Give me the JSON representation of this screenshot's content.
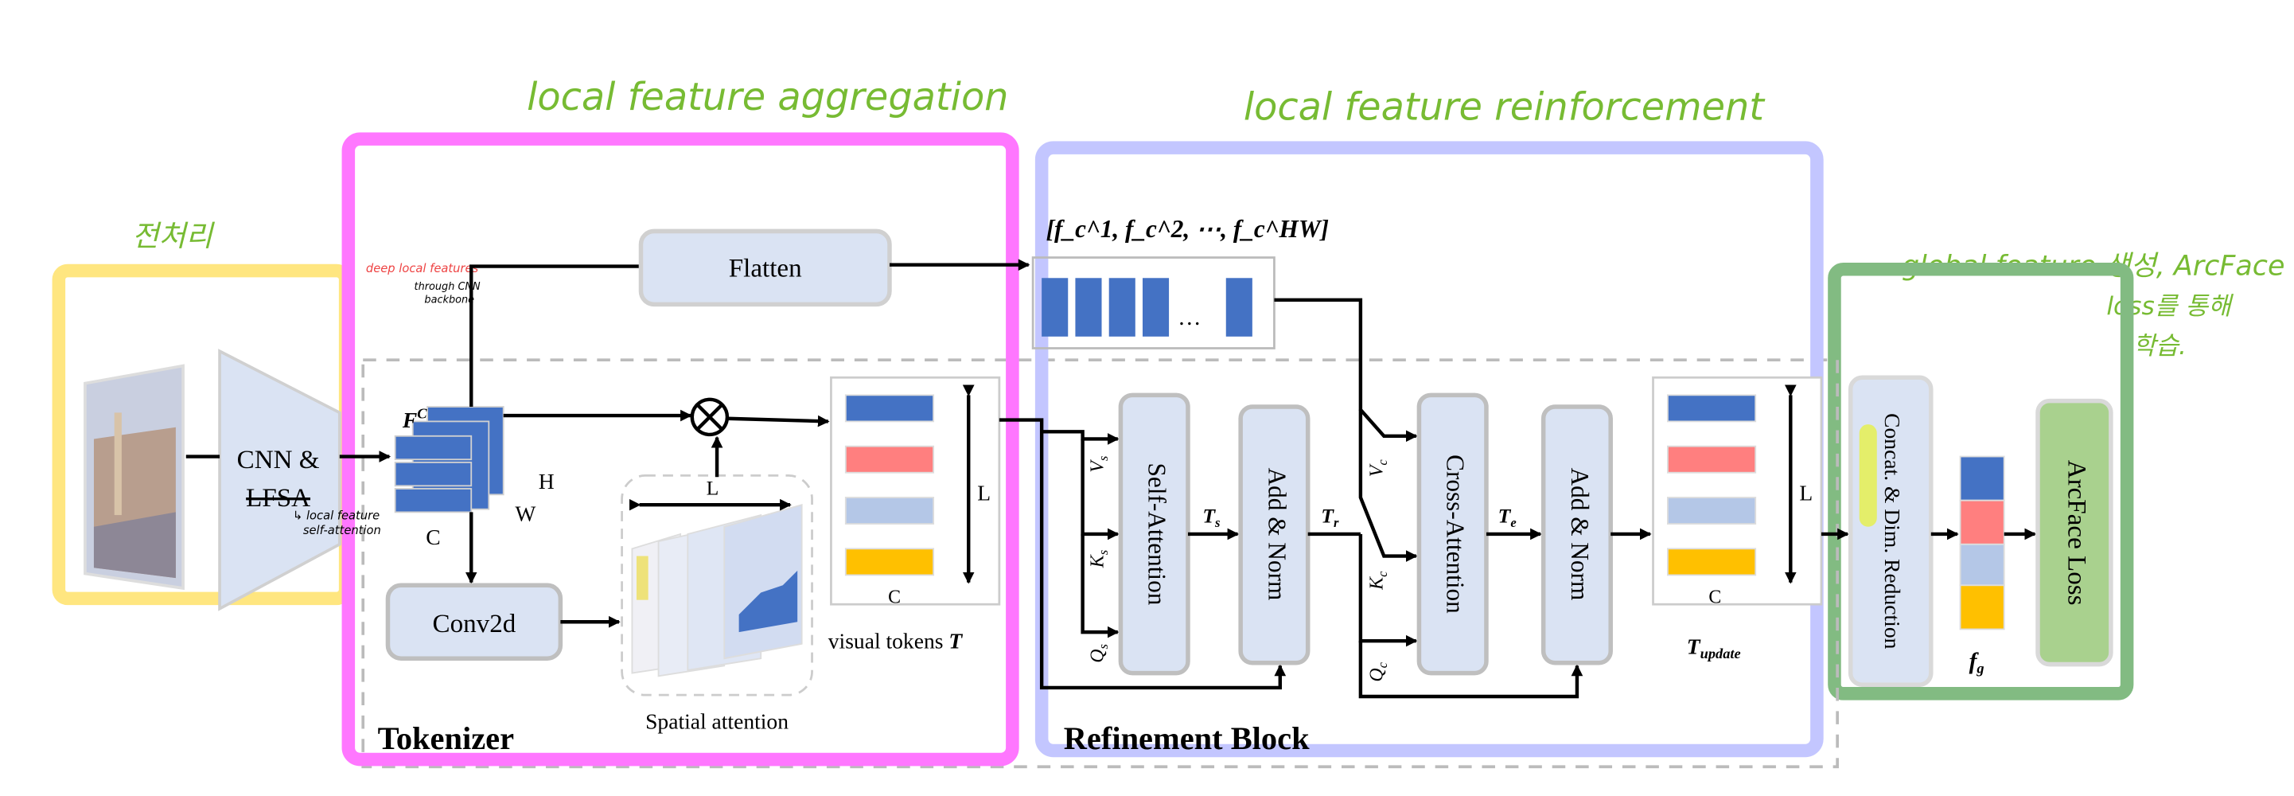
{
  "annotations": {
    "preprocessing": "전처리",
    "local_aggregation": "local feature aggregation",
    "local_reinforcement": "local feature reinforcement",
    "global_line1": "global feature 생성, ArcFace",
    "global_line2": "loss를 통해",
    "global_line3": "학습.",
    "deep_local": "deep local features",
    "through_cnn_1": "through CNN",
    "through_cnn_2": "backbone",
    "lfsa_note_1": "↳ local feature",
    "lfsa_note_2": "self-attention"
  },
  "backbone": {
    "line1": "CNN &",
    "line2": "LFSA"
  },
  "feature_map": {
    "label": "F",
    "sup": "C",
    "h": "H",
    "w": "W",
    "c": "C"
  },
  "tokenizer": {
    "title": "Tokenizer",
    "flatten": "Flatten",
    "conv2d": "Conv2d",
    "spatial_attention": "Spatial attention",
    "spatial_L": "L",
    "visual_tokens": "visual tokens",
    "visual_tokens_symbol": "T",
    "tokens_L": "L",
    "tokens_C": "C",
    "multiply_symbol": "⊗"
  },
  "flattened_features": "[f_c^1, f_c^2, ⋯, f_c^HW]",
  "flat_ellipsis": "…",
  "refinement": {
    "title": "Refinement Block",
    "self_attention": "Self-Attention",
    "add_norm_1": "Add & Norm",
    "cross_attention": "Cross-Attention",
    "add_norm_2": "Add & Norm",
    "vs": "V",
    "ks": "K",
    "qs": "Q",
    "s_sub": "s",
    "vc": "V",
    "kc": "K",
    "qc": "Q",
    "c_sub": "c",
    "ts": "T",
    "ts_sub": "s",
    "tr": "T",
    "tr_sub": "r",
    "te": "T",
    "te_sub": "e",
    "tupdate": "T",
    "tupdate_sub": "update",
    "tokens_L": "L",
    "tokens_C": "C"
  },
  "global": {
    "concat": "Concat. & Dim. Reduction",
    "fg": "f",
    "fg_sub": "g",
    "arcface": "ArcFace Loss"
  },
  "colors": {
    "token_blue": "#4472c4",
    "token_pink": "#ff7f7f",
    "token_lightblue": "#b4c7e7",
    "token_yellow": "#ffc000",
    "box_fill": "#dae3f3",
    "arcface_fill": "#a9d18e",
    "pink_frame": "#ff77ff",
    "lavender_frame": "#c3c6ff",
    "yellow_frame": "#ffe680",
    "green_frame": "#82bb82",
    "annotation_green": "#77bb33",
    "annotation_red": "#ee4444"
  }
}
